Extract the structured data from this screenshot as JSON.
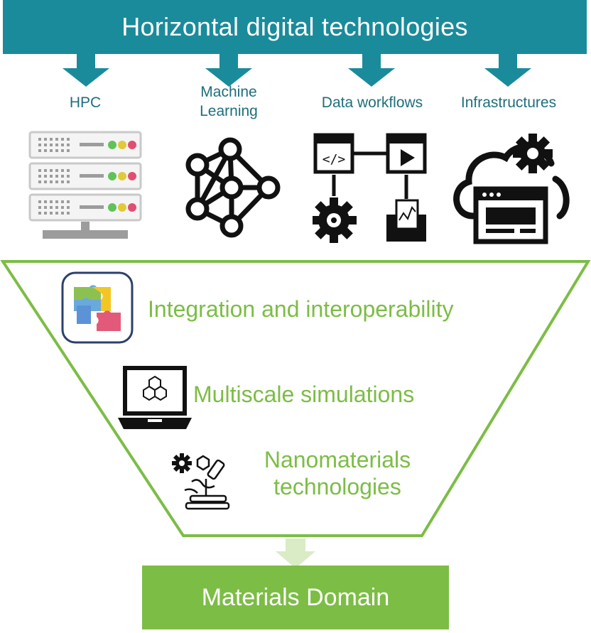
{
  "banner": {
    "title": "Horizontal digital technologies"
  },
  "columns": [
    {
      "label": "HPC",
      "icon": "server-rack-icon"
    },
    {
      "label": "Machine Learning",
      "icon": "neural-network-icon"
    },
    {
      "label": "Data workflows",
      "icon": "data-workflow-icon"
    },
    {
      "label": "Infrastructures",
      "icon": "cloud-infrastructure-icon"
    }
  ],
  "funnel": {
    "items": [
      {
        "label": "Integration and interoperability",
        "icon": "puzzle-icon"
      },
      {
        "label": "Multiscale simulations",
        "icon": "laptop-molecule-icon"
      },
      {
        "label": "Nanomaterials technologies",
        "icon": "microscope-gear-icon"
      }
    ]
  },
  "output": {
    "label": "Materials Domain"
  },
  "colors": {
    "teal": "#1a8b9b",
    "teal_text": "#1e6f7c",
    "green": "#7cbd45",
    "light_green": "#d9ecc6",
    "icon_black": "#111111"
  }
}
